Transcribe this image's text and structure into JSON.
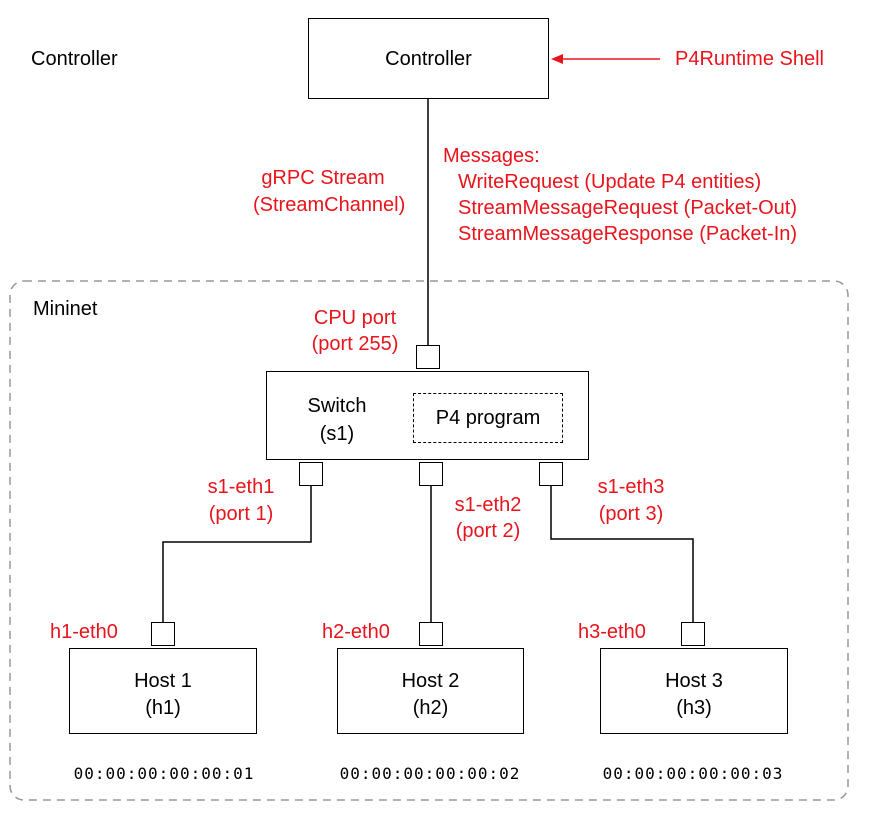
{
  "colors": {
    "accent_red": "#e8141b",
    "line": "#000000",
    "dashed_border": "#999999"
  },
  "controller": {
    "side_label": "Controller",
    "box_label": "Controller",
    "shell_label": "P4Runtime Shell"
  },
  "grpc": {
    "line1": "gRPC Stream",
    "line2": "(StreamChannel)"
  },
  "messages": {
    "title": "Messages:",
    "items": [
      "WriteRequest (Update P4 entities)",
      "StreamMessageRequest (Packet-Out)",
      "StreamMessageResponse (Packet-In)"
    ]
  },
  "mininet": {
    "label": "Mininet"
  },
  "cpu_port": {
    "line1": "CPU port",
    "line2": "(port 255)"
  },
  "switch": {
    "line1": "Switch",
    "line2": "(s1)",
    "program": "P4 program"
  },
  "switch_ports": [
    {
      "line1": "s1-eth1",
      "line2": "(port 1)"
    },
    {
      "line1": "s1-eth2",
      "line2": "(port 2)"
    },
    {
      "line1": "s1-eth3",
      "line2": "(port 3)"
    }
  ],
  "hosts": [
    {
      "iface": "h1-eth0",
      "line1": "Host 1",
      "line2": "(h1)",
      "mac": "00:00:00:00:00:01"
    },
    {
      "iface": "h2-eth0",
      "line1": "Host 2",
      "line2": "(h2)",
      "mac": "00:00:00:00:00:02"
    },
    {
      "iface": "h3-eth0",
      "line1": "Host 3",
      "line2": "(h3)",
      "mac": "00:00:00:00:00:03"
    }
  ]
}
